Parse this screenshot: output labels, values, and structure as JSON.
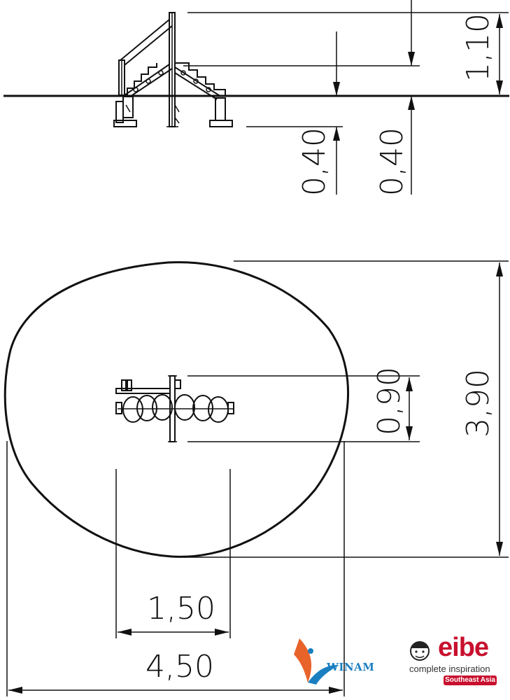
{
  "dimensions": {
    "height_total": "1,10",
    "depth_left": "0,40",
    "depth_right": "0,40",
    "width_equipment": "0,90",
    "length_area": "3,90",
    "width_inner": "1,50",
    "width_area": "4,50"
  },
  "logos": {
    "winam": {
      "name": "WINAM",
      "color": "#1a7fc1",
      "accent": "#e8632a"
    },
    "eibe": {
      "name": "eibe",
      "tagline": "complete inspiration",
      "region": "Southeast Asia",
      "color": "#c8102e"
    }
  }
}
